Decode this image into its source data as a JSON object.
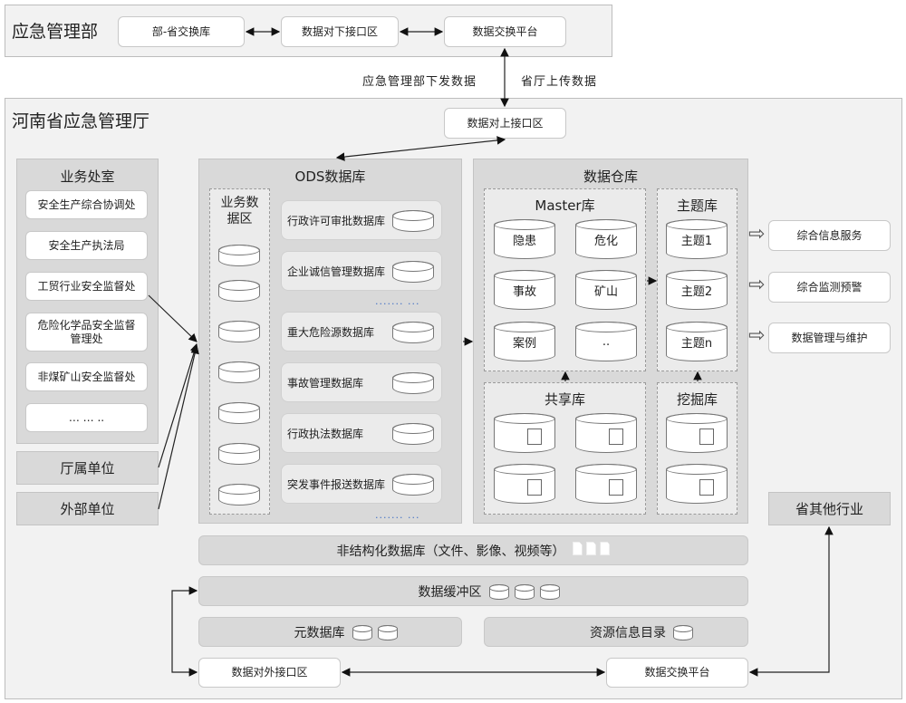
{
  "ministry": {
    "title": "应急管理部",
    "boxes": [
      "部-省交换库",
      "数据对下接口区",
      "数据交换平台"
    ]
  },
  "flow": {
    "down_label": "应急管理部下发数据",
    "up_label": "省厅上传数据"
  },
  "province": {
    "title": "河南省应急管理厅",
    "upper_interface": "数据对上接口区"
  },
  "business": {
    "title": "业务处室",
    "items": [
      "安全生产综合协调处",
      "安全生产执法局",
      "工贸行业安全监督处",
      "危险化学品安全监督管理处",
      "非煤矿山安全监督处",
      "… … .."
    ]
  },
  "units": [
    "厅属单位",
    "外部单位"
  ],
  "ods": {
    "title": "ODS数据库",
    "zone_title": "业务数据区",
    "dbs": [
      "行政许可审批数据库",
      "企业诚信管理数据库",
      "重大危险源数据库",
      "事故管理数据库",
      "行政执法数据库",
      "突发事件报送数据库"
    ],
    "ellipsis": "....... ..."
  },
  "warehouse": {
    "title": "数据仓库",
    "master": {
      "title": "Master库",
      "items": [
        "隐患",
        "危化",
        "事故",
        "矿山",
        "案例",
        ".."
      ]
    },
    "topic": {
      "title": "主题库",
      "items": [
        "主题1",
        "主题2",
        "主题n"
      ]
    },
    "shared": {
      "title": "共享库"
    },
    "mining": {
      "title": "挖掘库"
    }
  },
  "services": [
    "综合信息服务",
    "综合监测预警",
    "数据管理与维护"
  ],
  "other_industry": "省其他行业",
  "bottom": {
    "unstructured": "非结构化数据库（文件、影像、视频等）",
    "buffer": "数据缓冲区",
    "metadata": "元数据库",
    "catalog": "资源信息目录",
    "external_interface": "数据对外接口区",
    "exchange": "数据交换平台"
  }
}
